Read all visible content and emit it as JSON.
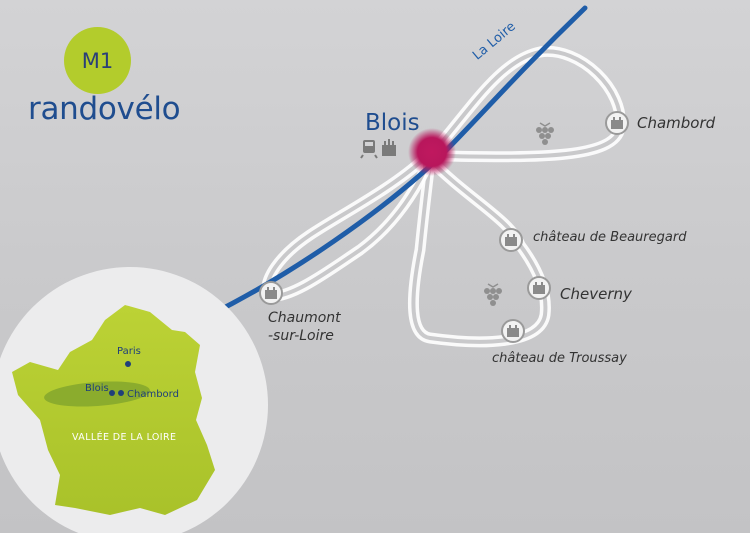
{
  "badge": {
    "label": "M1",
    "color": "#b3cc2c"
  },
  "brand": {
    "name": "randovélo"
  },
  "map": {
    "river": {
      "label": "La Loire",
      "color": "#1f5da8"
    },
    "hub": {
      "name": "Blois",
      "icons": [
        "train-icon",
        "castle-icon"
      ]
    },
    "places": {
      "chambord": "Chambord",
      "beauregard": "château de Beauregard",
      "cheverny": "Cheverny",
      "troussay": "château de Troussay",
      "chaumont_line1": "Chaumont",
      "chaumont_line2": "-sur-Loire"
    },
    "vineyard_icon": "grapes-icon"
  },
  "inset": {
    "paris": "Paris",
    "blois": "Blois",
    "chambord": "Chambord",
    "region": "VALLÉE DE LA LOIRE"
  }
}
